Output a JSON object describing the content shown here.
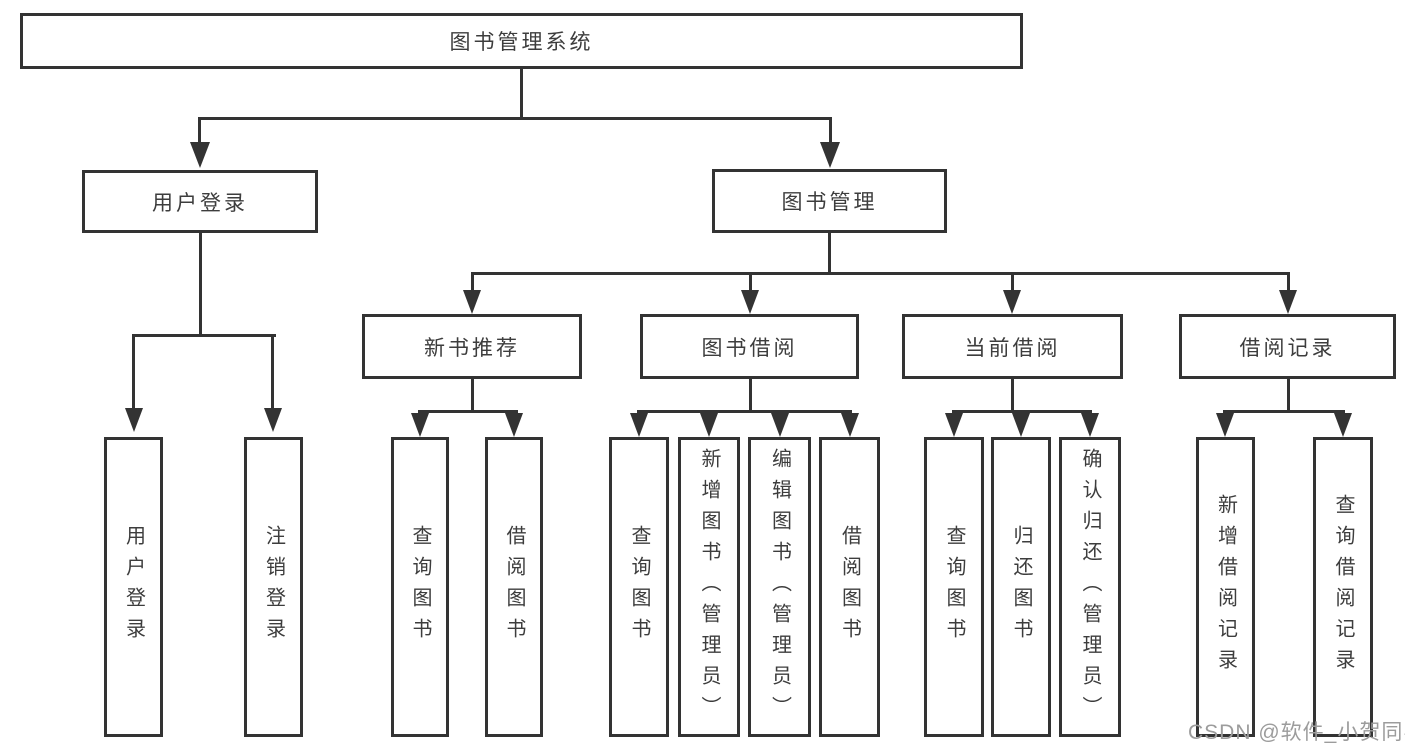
{
  "diagram_title": "图书管理系统",
  "tree": {
    "root": {
      "label": "图书管理系统"
    },
    "branches": [
      {
        "label": "用户登录",
        "children": [
          {
            "label": "用户登录"
          },
          {
            "label": "注销登录"
          }
        ]
      },
      {
        "label": "图书管理",
        "sections": [
          {
            "label": "新书推荐",
            "children": [
              {
                "label": "查询图书"
              },
              {
                "label": "借阅图书"
              }
            ]
          },
          {
            "label": "图书借阅",
            "children": [
              {
                "label": "查询图书"
              },
              {
                "label": "新增图书（管理员）"
              },
              {
                "label": "编辑图书（管理员）"
              },
              {
                "label": "借阅图书"
              }
            ]
          },
          {
            "label": "当前借阅",
            "children": [
              {
                "label": "查询图书"
              },
              {
                "label": "归还图书"
              },
              {
                "label": "确认归还（管理员）"
              }
            ]
          },
          {
            "label": "借阅记录",
            "children": [
              {
                "label": "新增借阅记录"
              },
              {
                "label": "查询借阅记录"
              }
            ]
          }
        ]
      }
    ]
  },
  "watermark": {
    "text": "CSDN @软件_小贺同学"
  },
  "colors": {
    "line": "#333333",
    "box_border": "#333333",
    "text": "#3d3d3d",
    "watermark": "#9c9c9c",
    "background": "#ffffff"
  }
}
